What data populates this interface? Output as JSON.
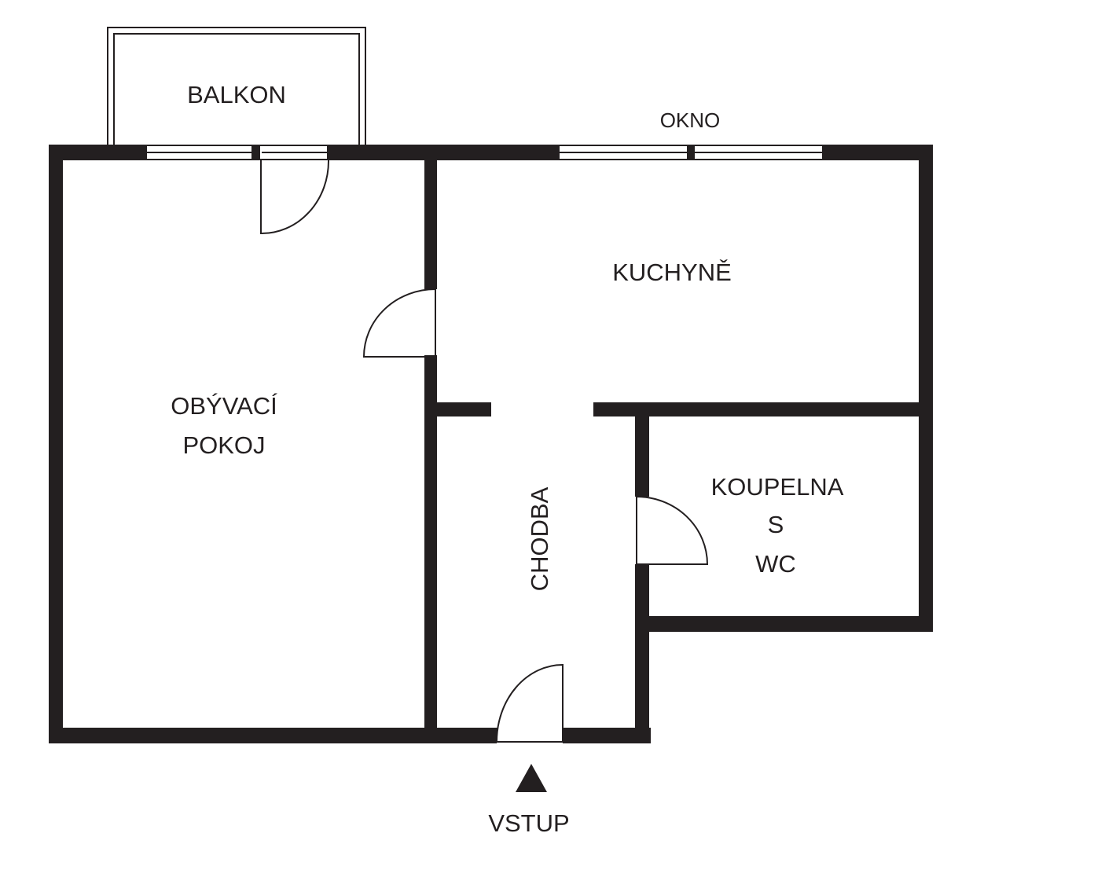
{
  "rooms": {
    "balcony": "BALKON",
    "living_room_line1": "OBÝVACÍ",
    "living_room_line2": "POKOJ",
    "kitchen": "KUCHYNĚ",
    "hallway": "CHODBA",
    "bathroom_line1": "KOUPELNA",
    "bathroom_line2": "S",
    "bathroom_line3": "WC"
  },
  "labels": {
    "window": "OKNO",
    "entrance": "VSTUP"
  },
  "colors": {
    "wall": "#231f20",
    "background": "#ffffff"
  }
}
